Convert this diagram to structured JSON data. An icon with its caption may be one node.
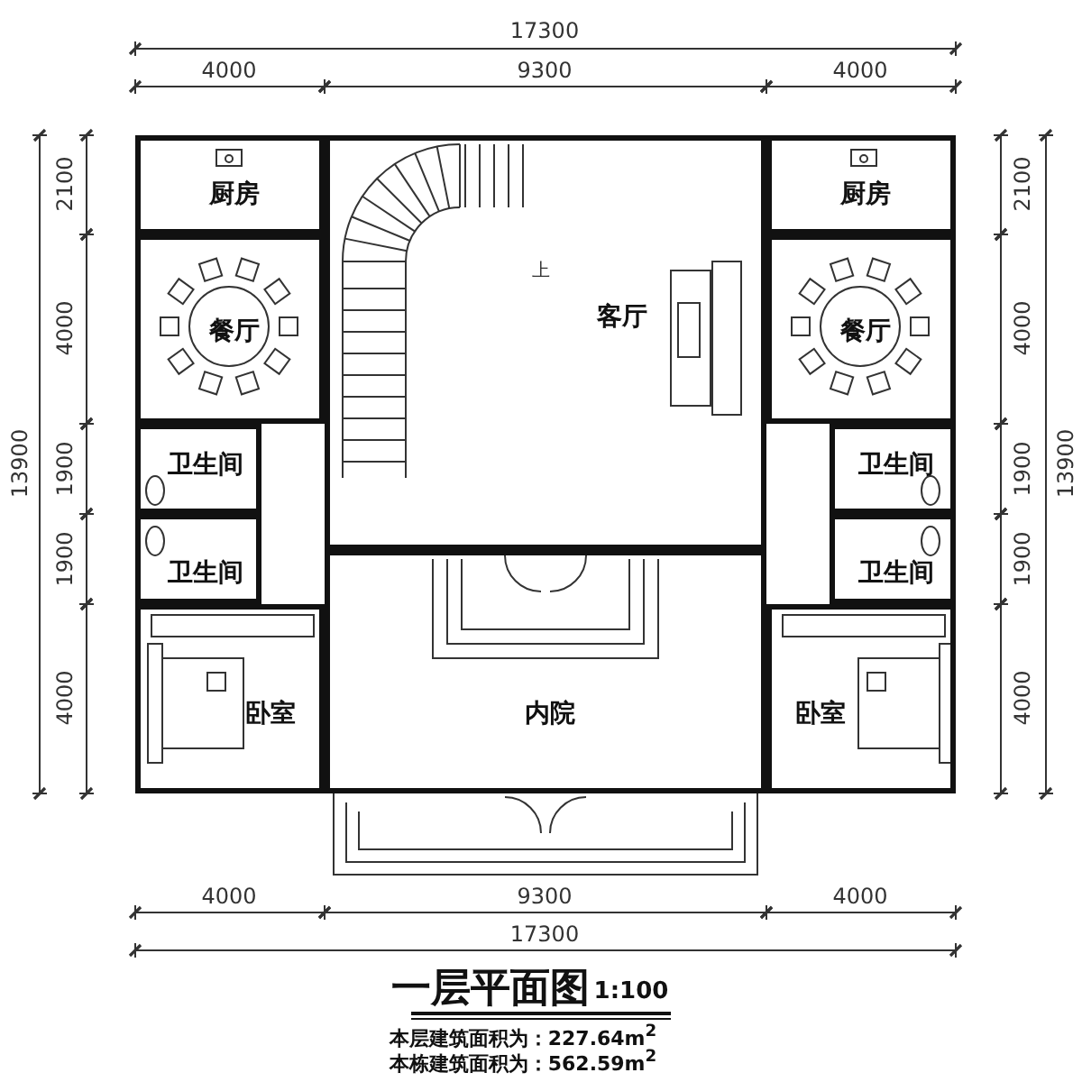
{
  "diagram": {
    "title": "一层平面图",
    "nodes": [
      {
        "text": [
          "厨房"
        ]
      },
      {
        "text": [
          "厨房"
        ]
      },
      {
        "text": [
          "餐厅"
        ]
      },
      {
        "text": [
          "客厅"
        ]
      },
      {
        "text": [
          "餐厅"
        ]
      },
      {
        "text": [
          "卫生间"
        ]
      },
      {
        "text": [
          "卫生间"
        ]
      },
      {
        "text": [
          "卫生间"
        ]
      },
      {
        "text": [
          "卫生间"
        ]
      },
      {
        "text": [
          "卧室"
        ]
      },
      {
        "text": [
          "内院"
        ]
      },
      {
        "text": [
          "卧室"
        ]
      }
    ],
    "labels": [
      "17300",
      "4000",
      "9300",
      "4000",
      "2100",
      "4000",
      "13900",
      "1900",
      "1900",
      "4000",
      "上",
      "2100",
      "4000",
      "1900",
      "13900",
      "1900",
      "4000",
      "4000",
      "9300",
      "4000",
      "17300",
      "1:100",
      "本层建筑面积为：227.64m$^{2}$",
      "本栋建筑面积为：562.59m$^{2}$"
    ]
  }
}
